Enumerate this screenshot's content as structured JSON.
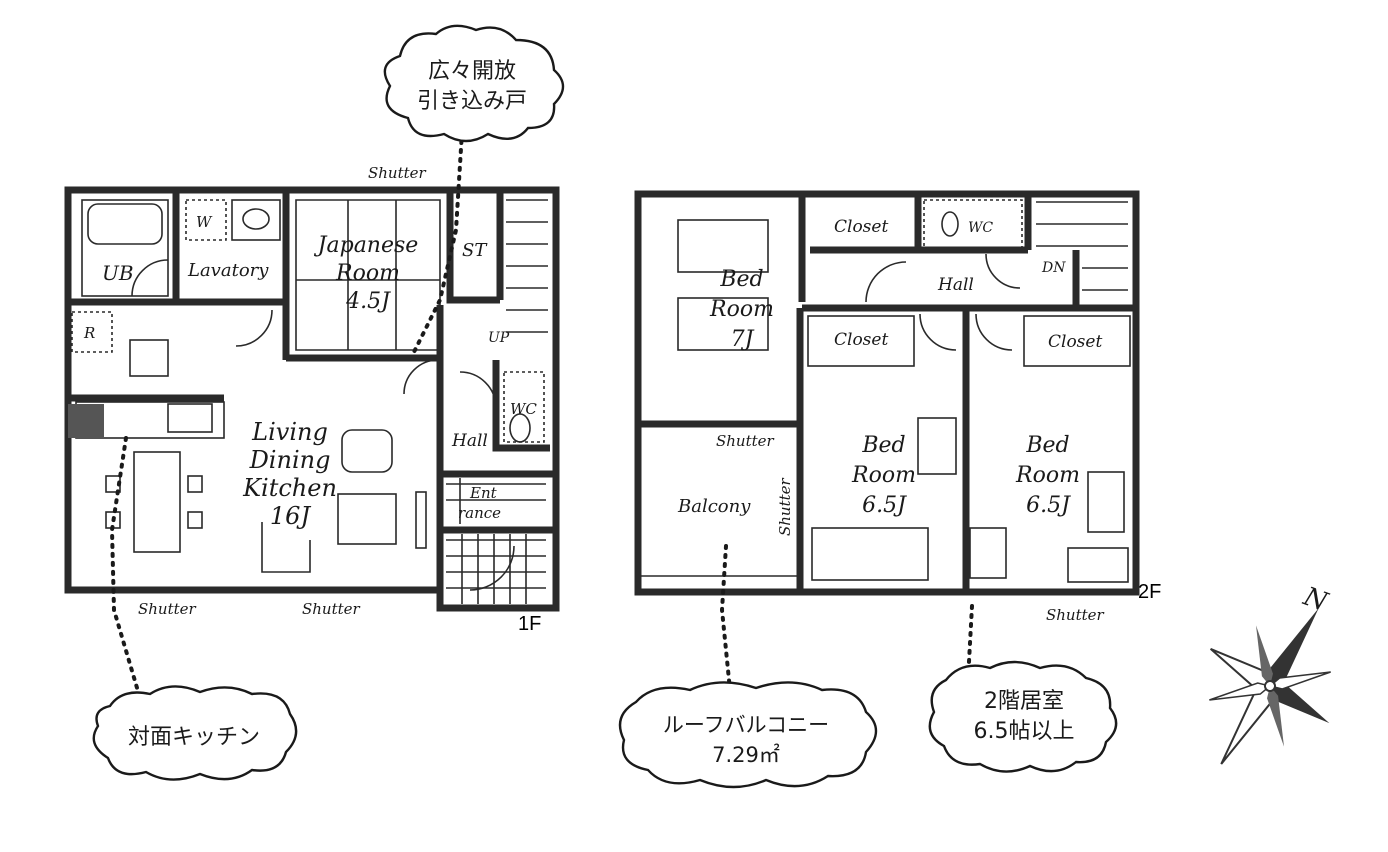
{
  "floor1": {
    "level": "1F",
    "rooms": {
      "ub": "UB",
      "lavatory": "Lavatory",
      "w": "W",
      "r": "R",
      "japanese_l1": "Japanese",
      "japanese_l2": "Room",
      "japanese_l3": "4.5J",
      "st": "ST",
      "up": "UP",
      "wc": "WC",
      "hall": "Hall",
      "ldk_l1": "Living",
      "ldk_l2": "Dining",
      "ldk_l3": "Kitchen",
      "ldk_l4": "16J",
      "entrance_l1": "Ent",
      "entrance_l2": "rance"
    },
    "shutters": [
      "Shutter",
      "Shutter",
      "Shutter"
    ]
  },
  "floor2": {
    "level": "2F",
    "rooms": {
      "bed7_l1": "Bed",
      "bed7_l2": "Room",
      "bed7_l3": "7J",
      "closet_a": "Closet",
      "closet_b": "Closet",
      "closet_c": "Closet",
      "wc": "WC",
      "hall": "Hall",
      "dn": "DN",
      "bed65a_l1": "Bed",
      "bed65a_l2": "Room",
      "bed65a_l3": "6.5J",
      "bed65b_l1": "Bed",
      "bed65b_l2": "Room",
      "bed65b_l3": "6.5J",
      "balcony": "Balcony"
    },
    "shutters": [
      "Shutter",
      "Shutter",
      "Shutter"
    ]
  },
  "callouts": {
    "sliding_door_l1": "広々開放",
    "sliding_door_l2": "引き込み戸",
    "kitchen": "対面キッチン",
    "roof_balcony_l1": "ルーフバルコニー",
    "roof_balcony_l2": "7.29㎡",
    "room_size_l1": "2階居室",
    "room_size_l2": "6.5帖以上"
  },
  "compass": {
    "label": "N"
  }
}
